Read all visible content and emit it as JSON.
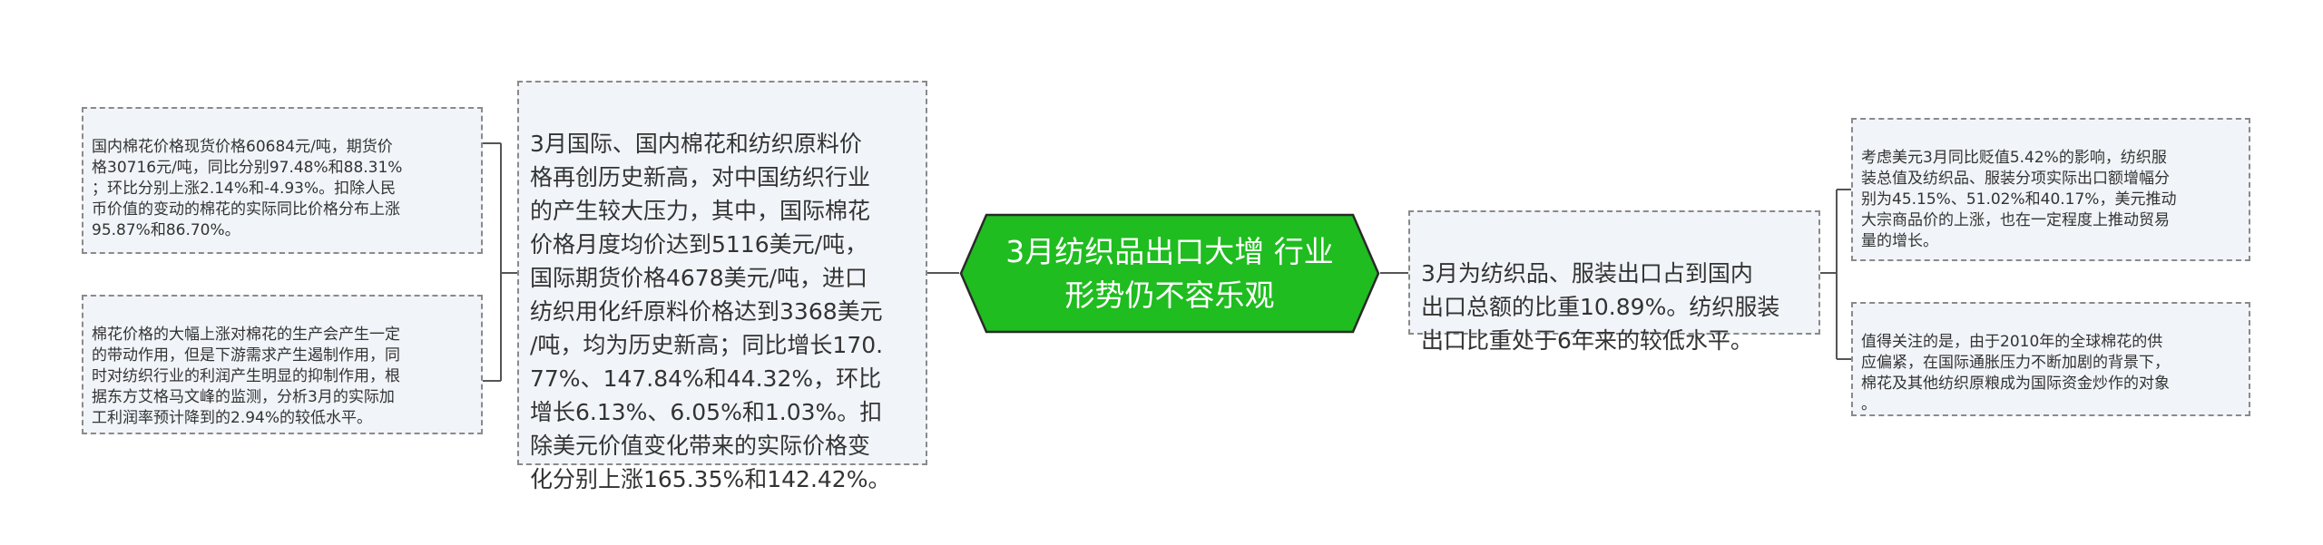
{
  "theme": {
    "center_fill": "#1fbd1f",
    "center_stroke": "#2a2a2a",
    "node_fill": "#f1f4f8",
    "node_border": "#8a8a8a",
    "line": "#555555"
  },
  "center": {
    "text": "3月纺织品出口大增 行业\n形势仍不容乐观"
  },
  "left": {
    "main": {
      "text": "3月国际、国内棉花和纺织原料价\n格再创历史新高，对中国纺织行业\n的产生较大压力，其中，国际棉花\n价格月度均价达到5116美元/吨，\n国际期货价格4678美元/吨，进口\n纺织用化纤原料价格达到3368美元\n/吨，均为历史新高；同比增长170.\n77%、147.84%和44.32%，环比\n增长6.13%、6.05%和1.03%。扣\n除美元价值变化带来的实际价格变\n化分别上涨165.35%和142.42%。"
    },
    "child_1": {
      "text": "国内棉花价格现货价格60684元/吨，期货价\n格30716元/吨，同比分别97.48%和88.31%\n；环比分别上涨2.14%和-4.93%。扣除人民\n币价值的变动的棉花的实际同比价格分布上涨\n95.87%和86.70%。"
    },
    "child_2": {
      "text": "棉花价格的大幅上涨对棉花的生产会产生一定\n的带动作用，但是下游需求产生遏制作用，同\n时对纺织行业的利润产生明显的抑制作用，根\n据东方艾格马文峰的监测，分析3月的实际加\n工利润率预计降到的2.94%的较低水平。"
    }
  },
  "right": {
    "main": {
      "text": "3月为纺织品、服装出口占到国内\n出口总额的比重10.89%。纺织服装\n出口比重处于6年来的较低水平。"
    },
    "child_1": {
      "text": "考虑美元3月同比贬值5.42%的影响，纺织服\n装总值及纺织品、服装分项实际出口额增幅分\n别为45.15%、51.02%和40.17%，美元推动\n大宗商品价的上涨，也在一定程度上推动贸易\n量的增长。"
    },
    "child_2": {
      "text": "值得关注的是，由于2010年的全球棉花的供\n应偏紧，在国际通胀压力不断加剧的背景下，\n棉花及其他纺织原粮成为国际资金炒作的对象\n。"
    }
  }
}
